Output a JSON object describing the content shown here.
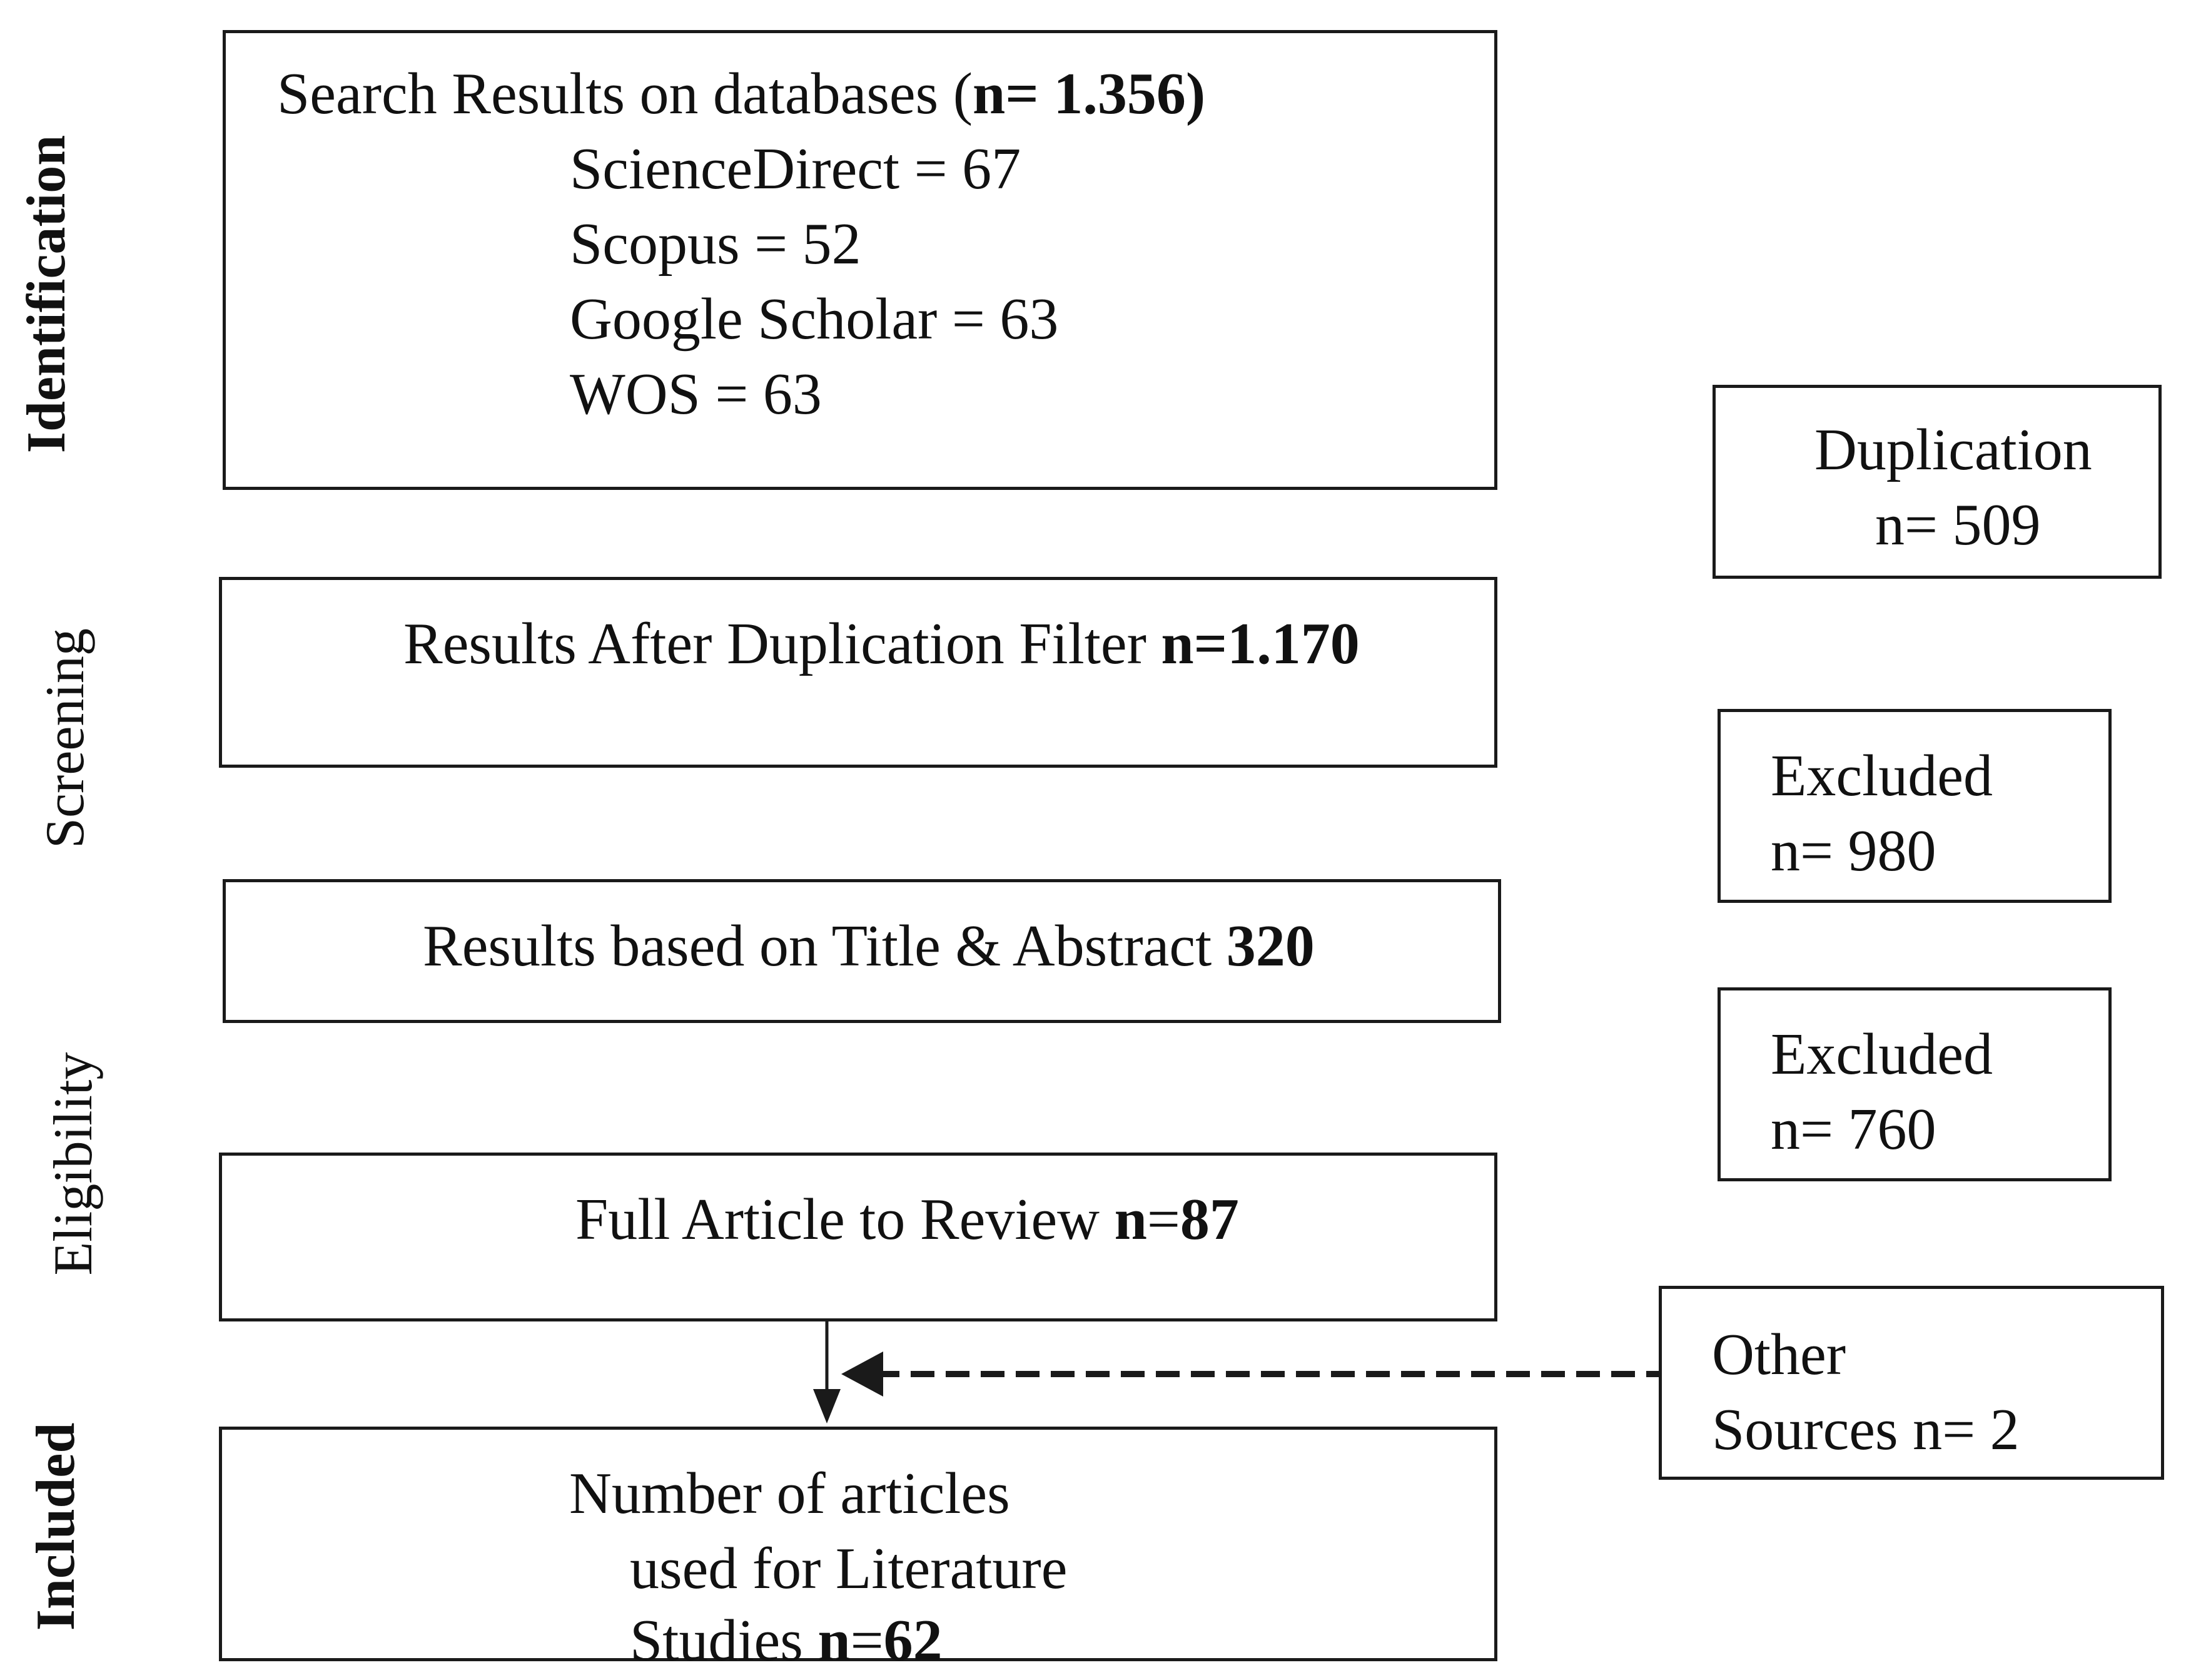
{
  "stages": {
    "identification": "Identification",
    "screening": "Screening",
    "eligibility": "Eligibility",
    "included": "Included"
  },
  "main_boxes": {
    "search": {
      "label": "Search Results on databases (",
      "count": "n= 1.356)",
      "sources": [
        "ScienceDirect = 67",
        "Scopus = 52",
        "Google Scholar = 63",
        "WOS = 63"
      ]
    },
    "after_dup": {
      "label": "Results After Duplication Filter ",
      "count": "n=1.170"
    },
    "title_abstract": {
      "label": "Results based on Title & Abstract ",
      "count": "320"
    },
    "full_article": {
      "label": "Full Article to Review ",
      "count_n": "n",
      "count_eq": "=",
      "count_val": "87"
    },
    "included": {
      "line1": "Number of articles",
      "line2": "used for Literature",
      "line3_text": "Studies ",
      "count_n": "n",
      "count_eq": "=",
      "count_val": "62"
    }
  },
  "side_boxes": {
    "duplication": {
      "line1": "Duplication",
      "line2": "n= 509"
    },
    "excluded_1": {
      "line1": "Excluded",
      "line2": "n= 980"
    },
    "excluded_2": {
      "line1": "Excluded",
      "line2": "n= 760"
    },
    "other": {
      "line1": "Other",
      "line2": "Sources n= 2"
    }
  }
}
